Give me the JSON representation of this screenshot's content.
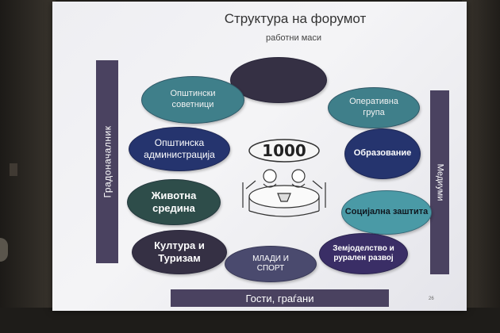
{
  "slide": {
    "title": "Структура на форумот",
    "subtitle": "работни маси",
    "left_bar": "Градоначалник",
    "right_bar": "Медиуми",
    "bottom_bar": "Гости, граѓани",
    "page_number": "26",
    "illustration_text": "1000"
  },
  "groups": {
    "top_blank": "",
    "councillors": "Општински советници",
    "administration": "Општинска администрација",
    "environment": "Животна средина",
    "culture": "Култура и Туризам",
    "youth": "МЛАДИ И СПОРТ",
    "agriculture": "Земјоделство и рурален развој",
    "social": "Социјална заштита",
    "education": "Образование",
    "operative": "Оперативна група"
  },
  "colors": {
    "bar": "#4a4260",
    "teal": "#3f7f8a",
    "navy": "#25346e",
    "green": "#2e4d4a",
    "dark": "#353044"
  }
}
